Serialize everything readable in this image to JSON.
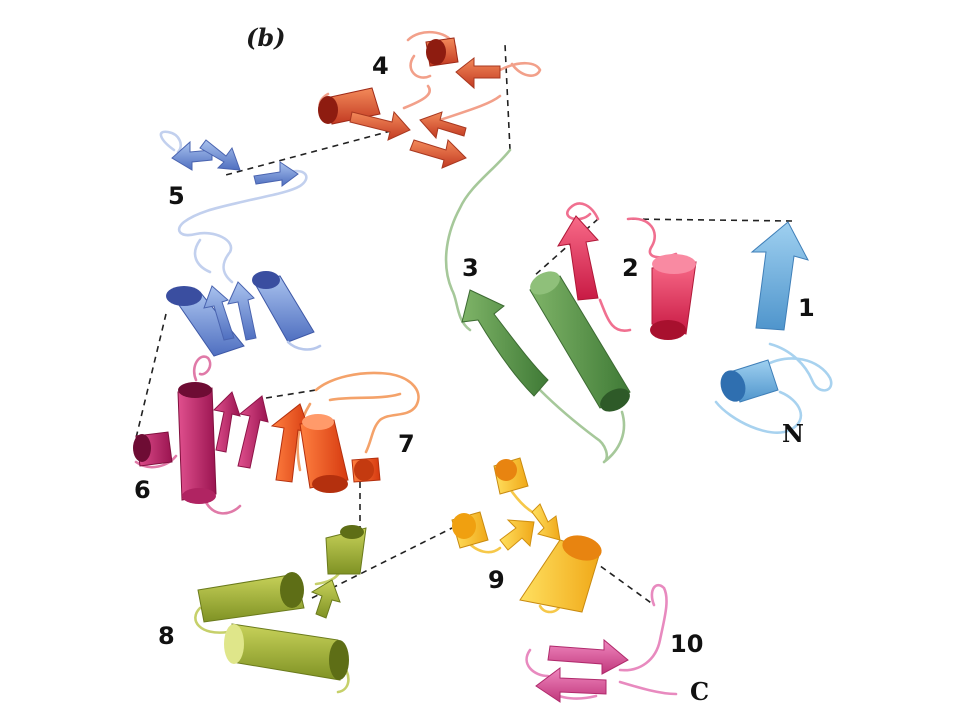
{
  "panel_label": "(b)",
  "domains": [
    {
      "number": "1",
      "color": "#74b4e0"
    },
    {
      "number": "2",
      "color": "#e8305a"
    },
    {
      "number": "3",
      "color": "#5f9a50"
    },
    {
      "number": "4",
      "color": "#e2553a"
    },
    {
      "number": "5",
      "color": "#7fa2da"
    },
    {
      "number": "6",
      "color": "#c4246a"
    },
    {
      "number": "7",
      "color": "#f0582a"
    },
    {
      "number": "8",
      "color": "#a8b83e"
    },
    {
      "number": "9",
      "color": "#f4c428"
    },
    {
      "number": "10",
      "color": "#dc5a9c"
    }
  ],
  "termini": {
    "n": "N",
    "c": "C"
  }
}
